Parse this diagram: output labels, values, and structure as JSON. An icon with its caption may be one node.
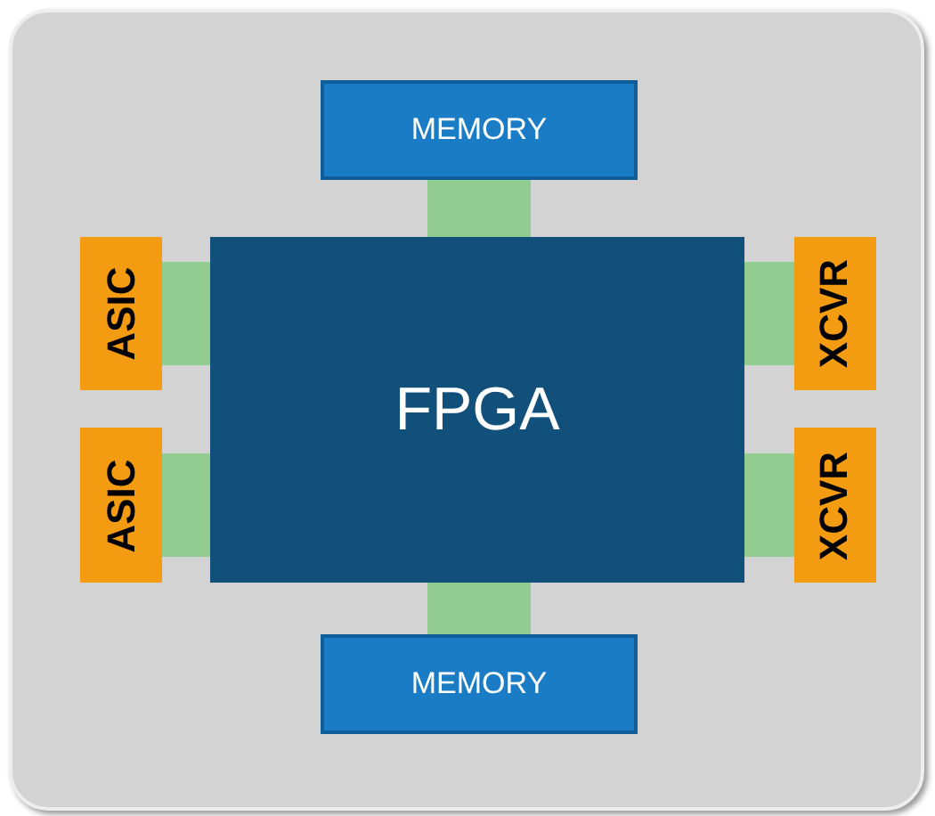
{
  "diagram": {
    "nodes": [
      {
        "text": [
          "MEMORY"
        ]
      },
      {
        "text": [
          "ASIC"
        ]
      },
      {
        "text": [
          "FPGA"
        ]
      },
      {
        "text": [
          "XCVR"
        ]
      },
      {
        "text": [
          "ASIC"
        ]
      },
      {
        "text": [
          "XCVR"
        ]
      },
      {
        "text": [
          "MEMORY"
        ]
      }
    ],
    "edges": [
      {
        "from": 2,
        "to": 0,
        "arrow": "none"
      },
      {
        "from": 2,
        "to": 1,
        "arrow": "none"
      },
      {
        "from": 2,
        "to": 3,
        "arrow": "none"
      },
      {
        "from": 2,
        "to": 4,
        "arrow": "none"
      },
      {
        "from": 2,
        "to": 5,
        "arrow": "none"
      },
      {
        "from": 2,
        "to": 6,
        "arrow": "none"
      }
    ]
  }
}
